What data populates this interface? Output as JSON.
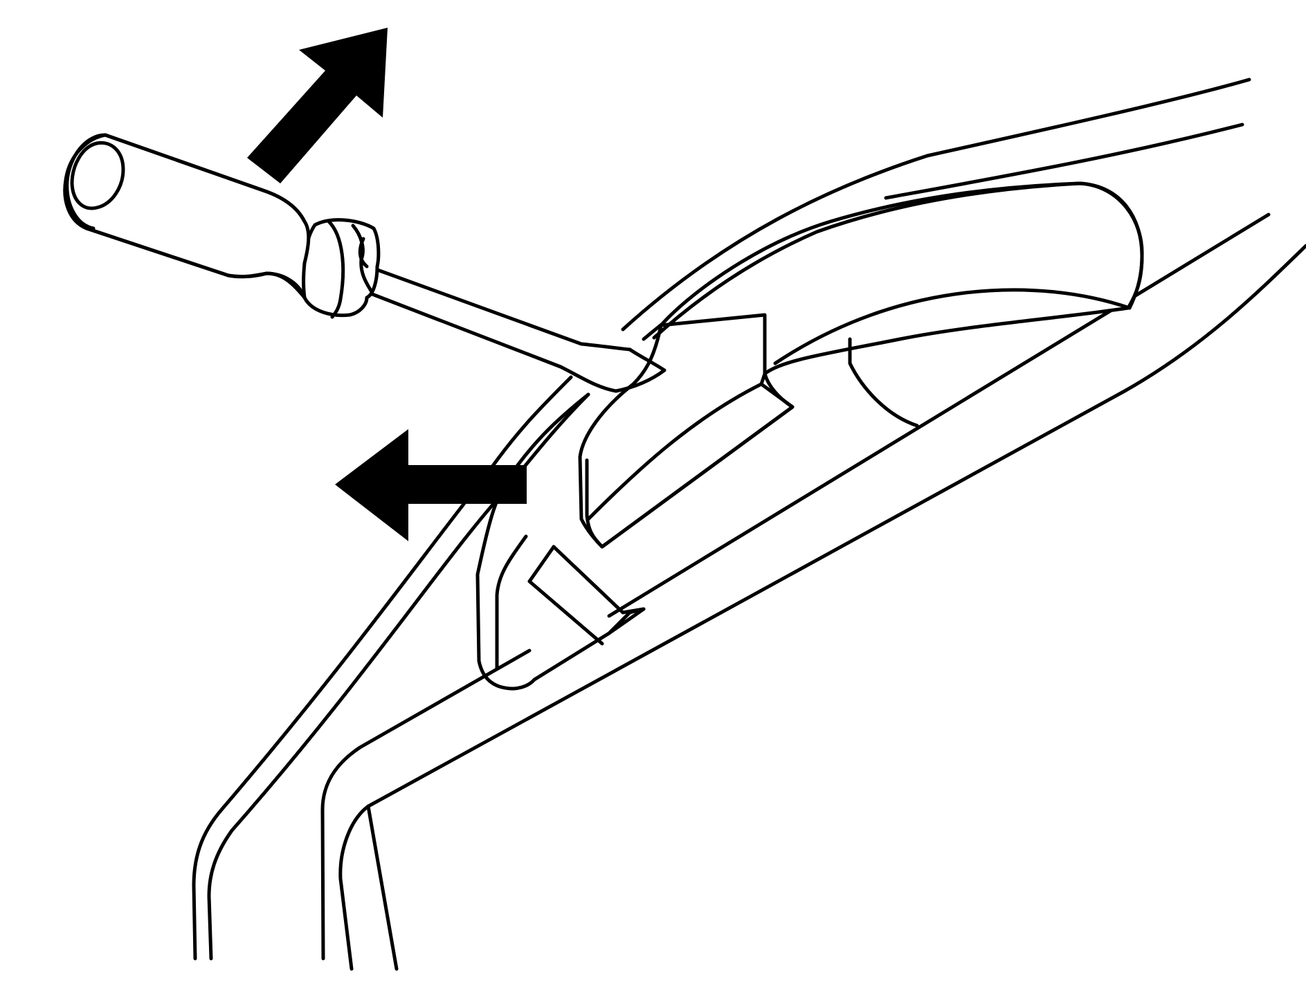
{
  "illustration": {
    "colors": {
      "line": "#000000",
      "background": "#ffffff",
      "arrow": "#000000"
    },
    "icons": [
      "screwdriver-icon",
      "arrow-up-right-icon",
      "arrow-left-icon"
    ],
    "parts": [
      "screwdriver",
      "trim-panel",
      "pillar",
      "clip",
      "window-frame"
    ]
  }
}
